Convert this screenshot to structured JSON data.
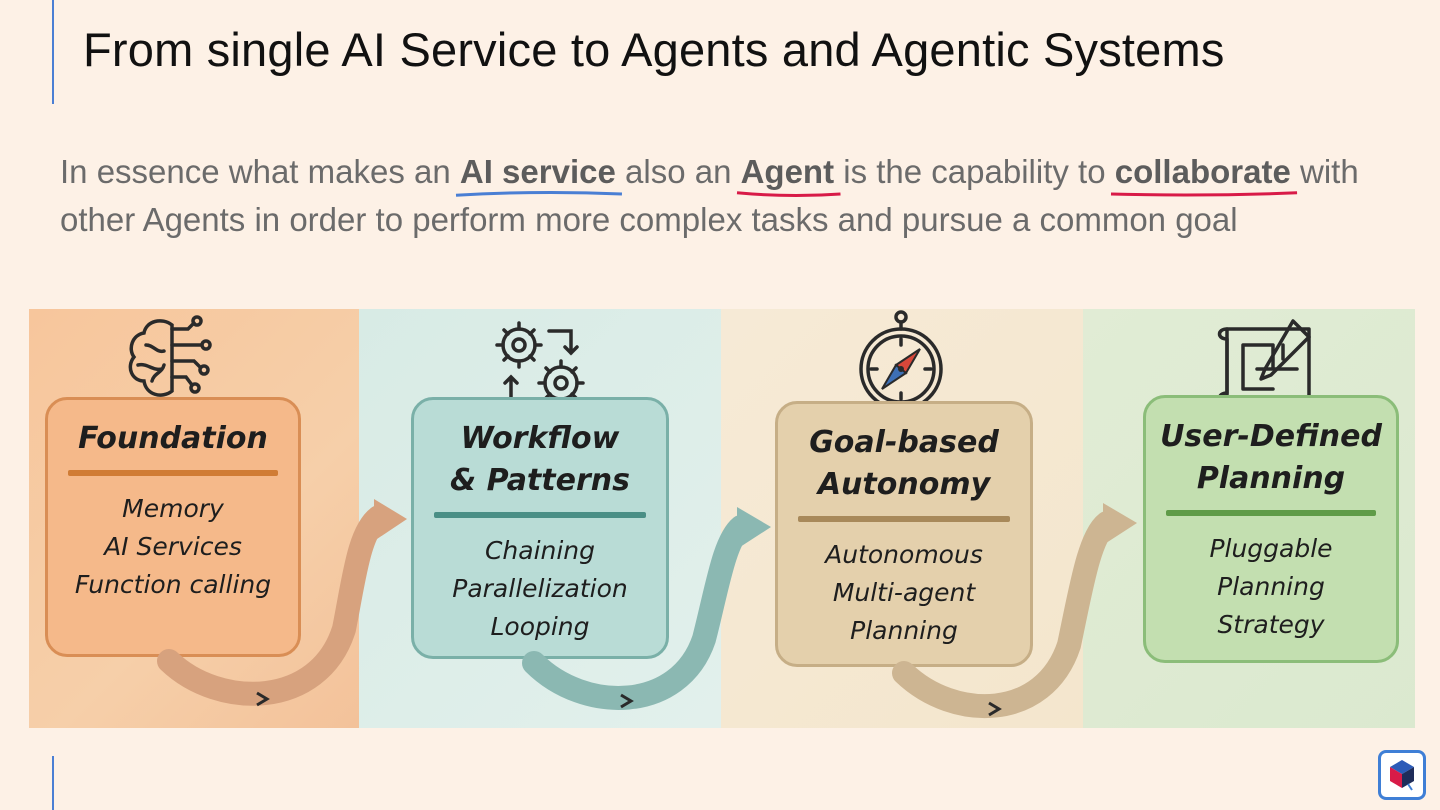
{
  "slide": {
    "title": "From single AI Service to Agents and Agentic Systems",
    "intro": {
      "part1": "In essence what makes an ",
      "highlight1": "AI service",
      "part2": " also an ",
      "highlight2": "Agent",
      "part3": " is the capability to ",
      "highlight3": "collaborate",
      "part4": " with other Agents in order to perform more complex tasks and pursue a common goal"
    },
    "colors": {
      "background": "#fdf1e6",
      "accent_line": "#4a7fd4",
      "underline_blue": "#4a7fd4",
      "underline_red": "#d81b48"
    }
  },
  "stages": [
    {
      "icon": "brain-circuit-icon",
      "title": "Foundation",
      "items": [
        "Memory",
        "AI Services",
        "Function calling"
      ]
    },
    {
      "icon": "gears-cycle-icon",
      "title_line1": "Workflow",
      "title_line2": "& Patterns",
      "items": [
        "Chaining",
        "Parallelization",
        "Looping"
      ]
    },
    {
      "icon": "compass-icon",
      "title_line1": "Goal-based",
      "title_line2": "Autonomy",
      "items": [
        "Autonomous",
        "Multi-agent",
        "Planning"
      ]
    },
    {
      "icon": "blueprint-pencil-icon",
      "title_line1": "User-Defined",
      "title_line2": "Planning",
      "items": [
        "Pluggable",
        "Planning",
        "Strategy"
      ]
    }
  ],
  "footer": {
    "logo_icon": "company-logo-icon"
  }
}
